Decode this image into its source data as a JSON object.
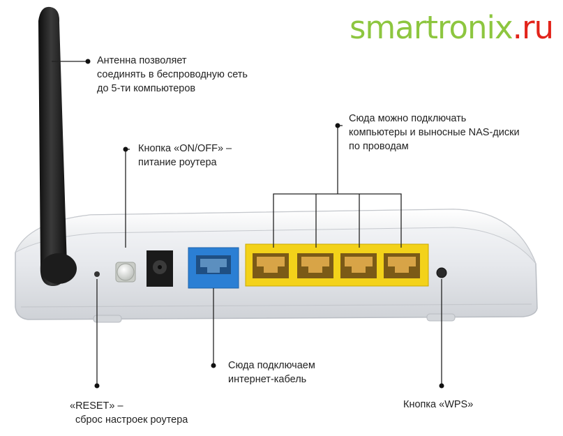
{
  "brand": {
    "main": "smartronix",
    "suffix": ".ru"
  },
  "callouts": {
    "antenna": {
      "lines": [
        "Антенна позволяет",
        "соединять в беспроводную сеть",
        "до 5-ти компьютеров"
      ]
    },
    "power": {
      "lines": [
        "Кнопка «ON/OFF» –",
        "питание роутера"
      ]
    },
    "lan": {
      "lines": [
        "Сюда можно подключать",
        "компьютеры и выносные NAS-диски",
        "по проводам"
      ]
    },
    "wan": {
      "lines": [
        "Сюда подключаем",
        "интернет-кабель"
      ]
    },
    "reset": {
      "lines": [
        "«RESET» –",
        "сброс настроек роутера"
      ]
    },
    "wps": {
      "lines": [
        "Кнопка «WPS»"
      ]
    }
  },
  "colors": {
    "brand_green": "#8dc63f",
    "brand_red": "#e2231a",
    "wan_port": "#2b7fd4",
    "lan_panel": "#f3d21a",
    "router_body": "#e9ebee",
    "antenna": "#1e1e1e"
  }
}
